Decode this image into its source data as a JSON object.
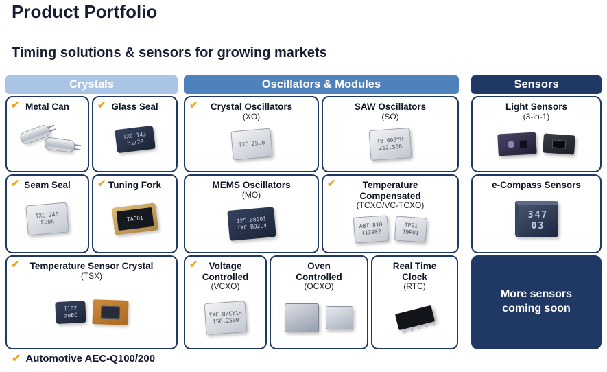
{
  "page": {
    "title": "Product Portfolio",
    "subtitle": "Timing solutions & sensors for growing markets",
    "footnote": "Automotive AEC-Q100/200"
  },
  "icons": {
    "check_glyph": "✔"
  },
  "colors": {
    "navy": "#1f3864",
    "crystals_header": "#a9c4e4",
    "oscillators_header": "#4f81bd",
    "sensors_header": "#1f3864",
    "check": "#eaa821"
  },
  "crystals": {
    "header": "Crystals",
    "metal_can": {
      "label": "Metal Can",
      "checked": true
    },
    "glass_seal": {
      "label": "Glass Seal",
      "checked": true,
      "marking": [
        "TXC 143",
        "H1/29"
      ]
    },
    "seam_seal": {
      "label": "Seam Seal",
      "checked": true,
      "marking": [
        "TXC 240",
        "EQOA"
      ]
    },
    "tuning_fork": {
      "label": "Tuning Fork",
      "checked": true,
      "marking": [
        "TA601"
      ]
    },
    "tsx": {
      "label": "Temperature Sensor Crystal",
      "sub": "(TSX)",
      "checked": true,
      "marking": [
        "T102",
        "aeEC"
      ]
    }
  },
  "oscillators": {
    "header": "Oscillators & Modules",
    "xo": {
      "label": "Crystal Oscillators",
      "sub": "(XO)",
      "checked": true,
      "marking": [
        "TXC 25.0"
      ]
    },
    "saw": {
      "label": "SAW Oscillators",
      "sub": "(SO)",
      "checked": false,
      "marking": [
        "TB 605YH",
        "212.500"
      ]
    },
    "mems": {
      "label": "MEMS Oscillators",
      "sub": "(MO)",
      "checked": false,
      "marking": [
        "125.00001",
        "TXC B02L4"
      ]
    },
    "tcxo": {
      "label": "Temperature Compensated",
      "sub": "(TCXO/VC-TCXO)",
      "checked": true,
      "marking": [
        "ABT 810",
        "T13902"
      ],
      "marking2": [
        "TP01",
        "19P01"
      ]
    },
    "vcxo": {
      "label": "Voltage Controlled",
      "sub": "(VCXO)",
      "checked": true,
      "marking": [
        "TXC 8/CY1H",
        "156.2500"
      ]
    },
    "ocxo": {
      "label": "Oven Controlled",
      "sub": "(OCXO)",
      "checked": false
    },
    "rtc": {
      "label": "Real Time Clock",
      "sub": "(RTC)",
      "checked": false
    }
  },
  "sensors": {
    "header": "Sensors",
    "light": {
      "label": "Light Sensors",
      "sub": "(3-in-1)",
      "checked": false
    },
    "ecompass": {
      "label": "e-Compass Sensors",
      "checked": false,
      "marking": [
        "347",
        "03"
      ]
    },
    "more": {
      "label": "More sensors coming soon",
      "checked": false
    }
  }
}
